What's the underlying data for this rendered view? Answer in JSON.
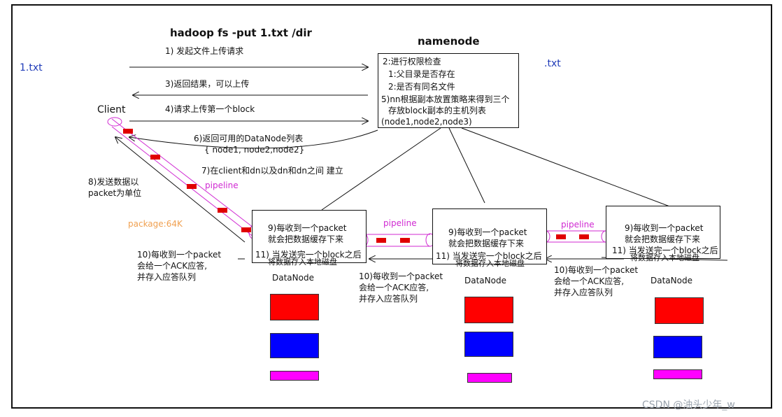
{
  "command": "hadoop fs -put 1.txt  /dir",
  "namenode": {
    "title": "namenode",
    "lines": [
      "2:进行权限检查",
      "1:父目录是否存在",
      "2:是否有同名文件",
      "5)nn根据副本放置策略来得到三个",
      "存放block副本的主机列表",
      "(node1,node2,node3)"
    ]
  },
  "left_file": "1.txt",
  "right_file": ".txt",
  "client": "Client",
  "steps": {
    "s1": "1)  发起文件上传请求",
    "s3": "3)返回结果，可以上传",
    "s4": "4)请求上传第一个block",
    "s6a": "6)返回可用的DataNode列表",
    "s6b": "{ node1, node2,node2}",
    "s7": "7)在client和dn以及dn和dn之间  建立",
    "s8a": "8)发送数据以",
    "s8b": "packet为单位",
    "package": "package:64K"
  },
  "pipeline_label": "pipeline",
  "datanodes": [
    {
      "label": "DataNode",
      "l9a": "9)每收到一个packet",
      "l9b": "就会把数据缓存下来",
      "l11a": "11)  当发送完一个block之后",
      "l11b": "将数据存入本地磁盘"
    },
    {
      "label": "DataNode",
      "l9a": "9)每收到一个packet",
      "l9b": "就会把数据缓存下来",
      "l11a": "11)  当发送完一个block之后",
      "l11b": "将数据存入本地磁盘"
    },
    {
      "label": "DataNode",
      "l9a": "9)每收到一个packet",
      "l9b": "就会把数据缓存下来",
      "l11a": "11)  当发送完一个block之后",
      "l11b": "将数据存入本地磁盘"
    }
  ],
  "acks": [
    [
      "10)每收到一个packet",
      "会给一个ACK应答,",
      "并存入应答队列"
    ],
    [
      "10)每收到一个packet",
      "会给一个ACK应答,",
      "并存入应答队列"
    ],
    [
      "10)每收到一个packet",
      "会给一个ACK应答,",
      "并存入应答队列"
    ]
  ],
  "block_colors": {
    "red": "#ff0000",
    "blue": "#0000ff",
    "magenta": "#ff00ff",
    "pipeline": "#d02ad2",
    "packet": "#e00000"
  },
  "watermark": "CSDN @油头少年_w"
}
